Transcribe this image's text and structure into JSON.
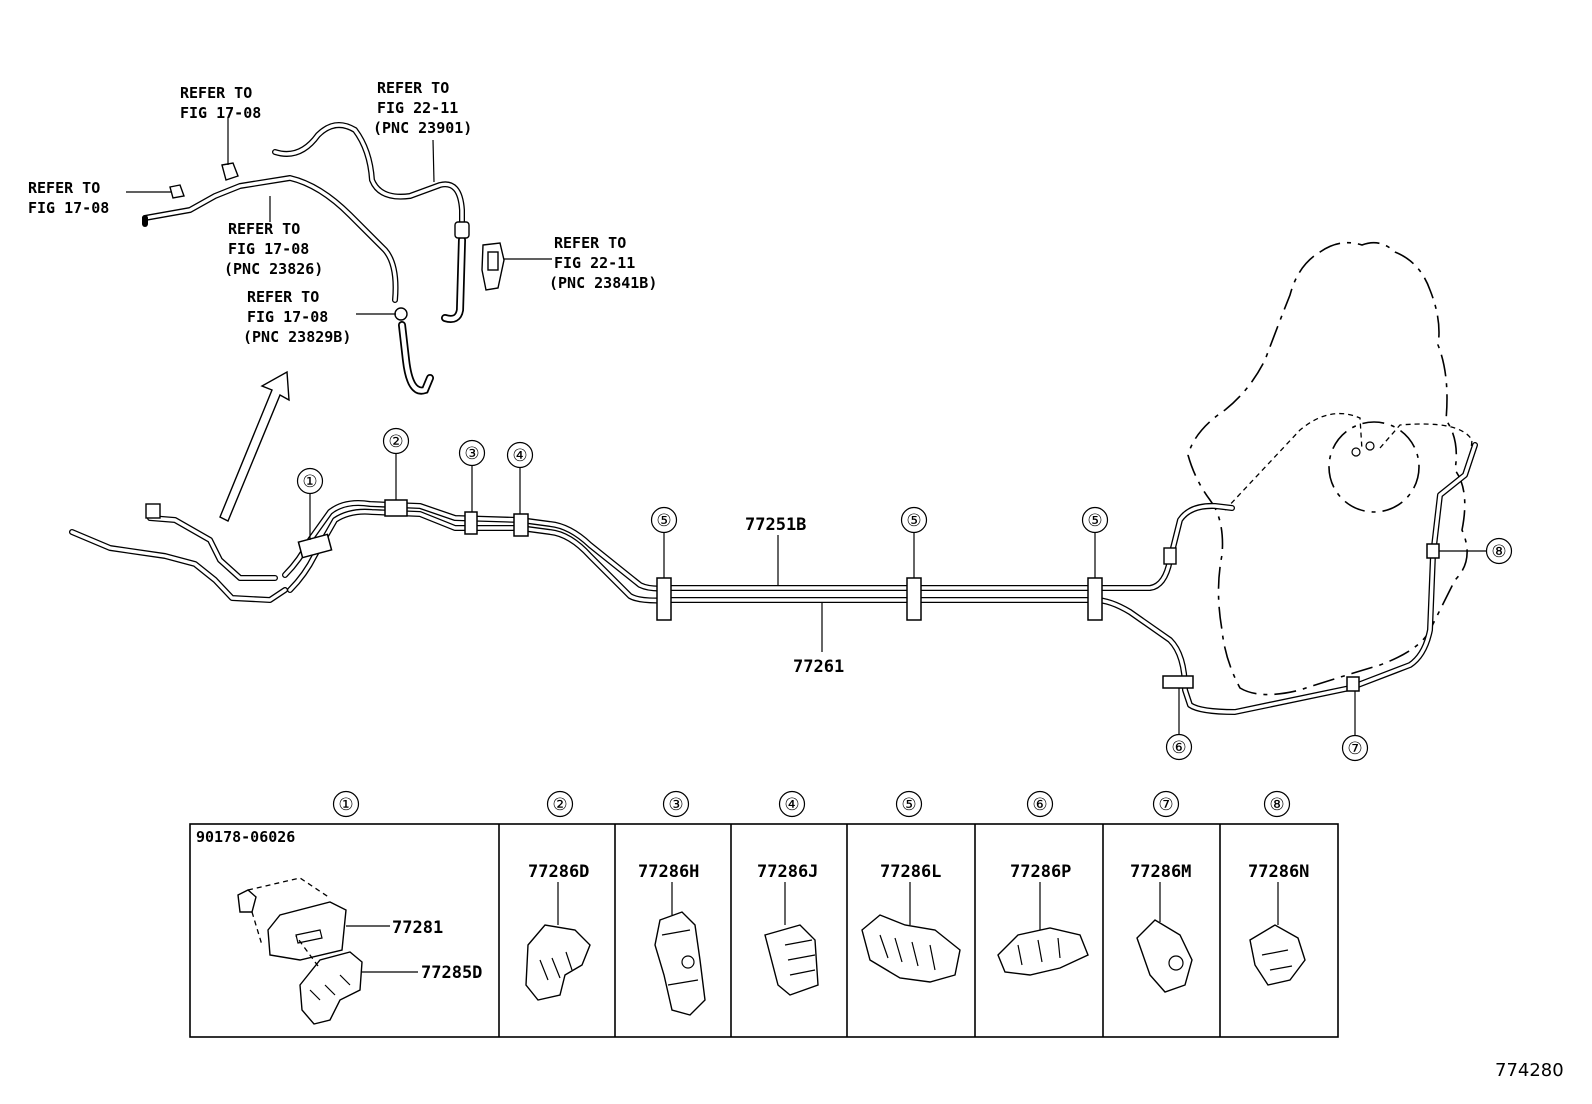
{
  "refs": {
    "fig1708_top": [
      "REFER TO",
      "FIG 17-08"
    ],
    "fig1708_left": [
      "REFER TO",
      "FIG 17-08"
    ],
    "fig2211_top": [
      "REFER TO",
      "FIG 22-11",
      "(PNC 23901)"
    ],
    "fig1708_mid": [
      "REFER TO",
      "FIG 17-08",
      "(PNC 23826)"
    ],
    "fig2211_right": [
      "REFER TO",
      "FIG 22-11",
      "(PNC 23841B)"
    ],
    "fig1708_low": [
      "REFER TO",
      "FIG 17-08",
      "(PNC 23829B)"
    ]
  },
  "main_parts": {
    "tube_upper": "77251B",
    "tube_lower": "77261"
  },
  "callouts": [
    "①",
    "②",
    "③",
    "④",
    "⑤",
    "⑥",
    "⑦",
    "⑧"
  ],
  "table": {
    "headers": [
      "①",
      "②",
      "③",
      "④",
      "⑤",
      "⑥",
      "⑦",
      "⑧"
    ],
    "cell1": {
      "bolt": "90178-06026",
      "bracket": "77281",
      "clamp": "77285D"
    },
    "cells": [
      "77286D",
      "77286H",
      "77286J",
      "77286L",
      "77286P",
      "77286M",
      "77286N"
    ]
  },
  "diagram_id": "774280"
}
